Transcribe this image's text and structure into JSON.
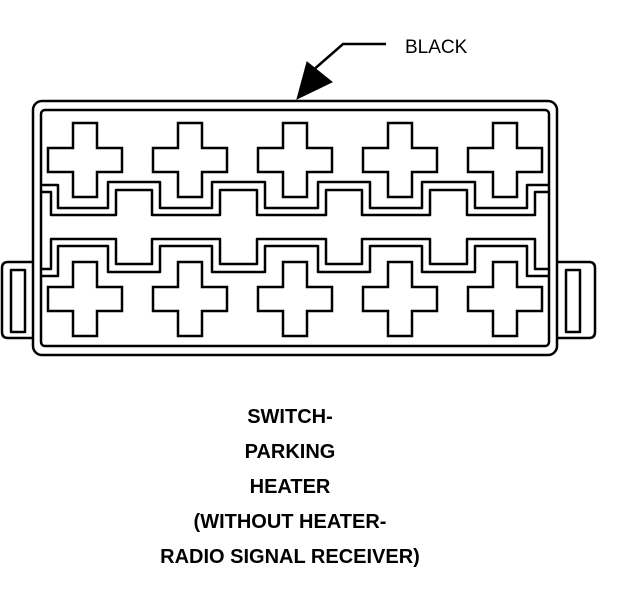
{
  "callout": {
    "label": "BLACK"
  },
  "caption": {
    "lines": [
      "SWITCH-",
      "PARKING",
      "HEATER",
      "(WITHOUT HEATER-",
      "RADIO SIGNAL RECEIVER)"
    ]
  },
  "connector": {
    "rows": 2,
    "cavities_per_row": 5,
    "total_cavities": 10
  },
  "colors": {
    "line": "#000000",
    "background": "#ffffff"
  }
}
